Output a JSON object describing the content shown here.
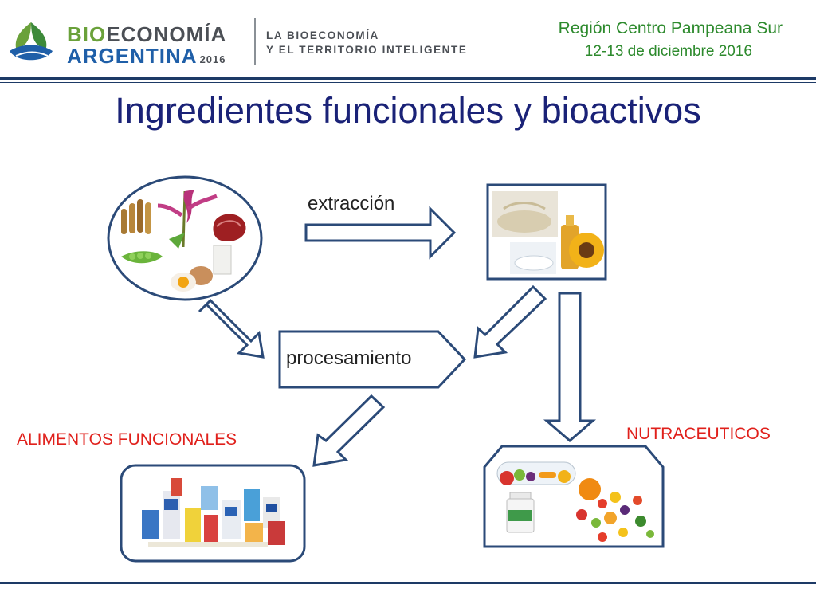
{
  "header": {
    "brand_part1": "BIO",
    "brand_part2": "ECONOMÍA",
    "brand_line2": "ARGENTINA",
    "brand_year": "2016",
    "tagline_line1": "LA BIOECONOMÍA",
    "tagline_line2": "Y EL TERRITORIO INTELIGENTE",
    "region": "Región Centro Pampeana Sur",
    "dates": "12-13 de diciembre 2016"
  },
  "slide": {
    "title": "Ingredientes funcionales y bioactivos"
  },
  "diagram": {
    "extraction_label": "extracción",
    "processing_label": "procesamiento",
    "functional_foods_label": "ALIMENTOS FUNCIONALES",
    "nutraceuticals_label": "NUTRACEUTICOS"
  },
  "colors": {
    "title": "#1a2277",
    "arrow_stroke": "#2b4a78",
    "brand_green": "#6aa13a",
    "brand_blue": "#1f5fa8",
    "region_green": "#2d8a2d",
    "accent_red": "#e0201b"
  }
}
